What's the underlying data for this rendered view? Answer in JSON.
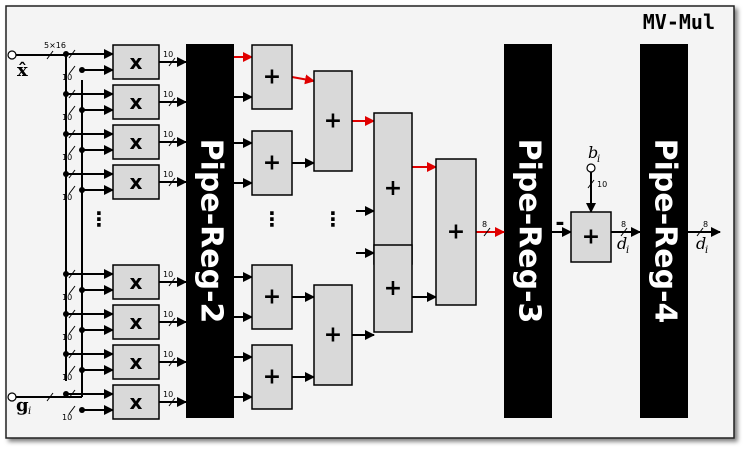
{
  "title": "MV-Mul",
  "inputs": {
    "x_hat": "x̂",
    "g": "g",
    "g_sub": "i",
    "bus_width": "5×16"
  },
  "multiply_op": "x",
  "add_op": "+",
  "minus_sign": "-",
  "ellipsis": "⋮",
  "registers": {
    "reg2": "Pipe-Reg-2",
    "reg3": "Pipe-Reg-3",
    "reg4": "Pipe-Reg-4"
  },
  "bias": {
    "symbol": "b",
    "sub": "i"
  },
  "output": {
    "symbol": "d",
    "sub": "i"
  },
  "widths": {
    "w10": "10",
    "w8": "8"
  }
}
